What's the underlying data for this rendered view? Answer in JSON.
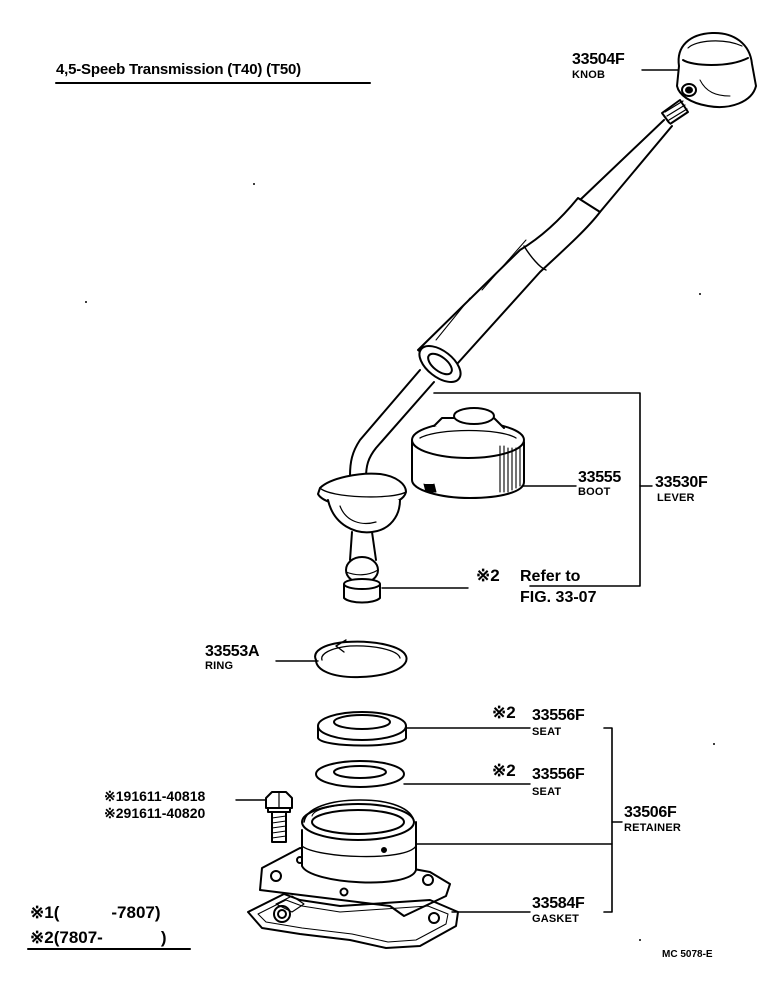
{
  "title": "4,5-Speeb Transmission (T40) (T50)",
  "parts": {
    "knob": {
      "number": "33504F",
      "name": "KNOB"
    },
    "boot": {
      "number": "33555",
      "name": "BOOT"
    },
    "lever": {
      "number": "33530F",
      "name": "LEVER"
    },
    "ring": {
      "number": "33553A",
      "name": "RING"
    },
    "seat_a": {
      "mark": "※2",
      "number": "33556F",
      "name": "SEAT"
    },
    "seat_b": {
      "mark": "※2",
      "number": "33556F",
      "name": "SEAT"
    },
    "retainer": {
      "number": "33506F",
      "name": "RETAINER"
    },
    "gasket": {
      "number": "33584F",
      "name": "GASKET"
    },
    "bolt_1": {
      "mark": "※1",
      "number": "91611-40818"
    },
    "bolt_2": {
      "mark": "※2",
      "number": "91611-40820"
    }
  },
  "reference": {
    "mark": "※2",
    "line1": "Refer to",
    "line2": "FIG. 33-07"
  },
  "legend": {
    "row1": {
      "mark": "※1",
      "open": "(",
      "range": "-7807)"
    },
    "row2": {
      "mark": "※2",
      "open": "(7807-",
      "close": ")"
    }
  },
  "footer_code": "MC 5078-E"
}
